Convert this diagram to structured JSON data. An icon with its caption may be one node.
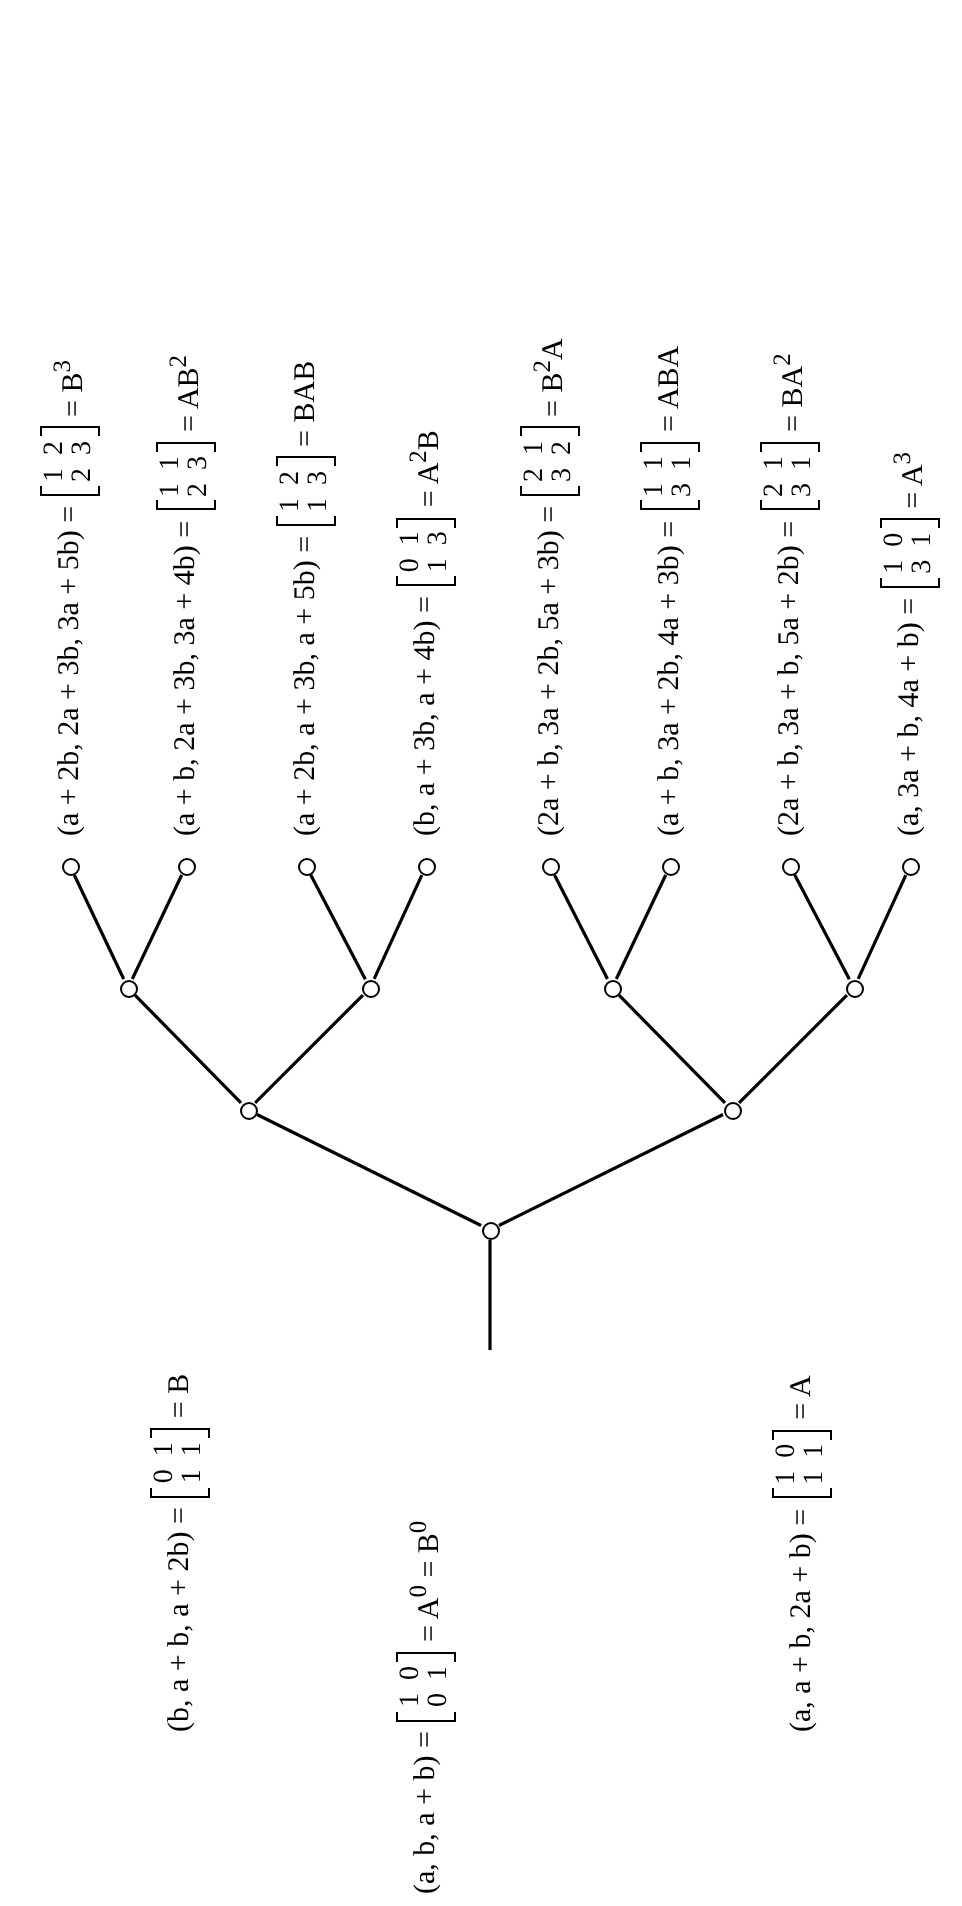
{
  "diagram": {
    "nodes": [
      {
        "text": [],
        "shape": "circle",
        "beside": [
          "(a, b, a + b) =",
          "1 0",
          "0 1",
          "= A$^{0}$ = B$^{0}$"
        ]
      },
      {
        "text": [],
        "shape": "circle",
        "beside": [
          "(b, a + b, a + 2b) =",
          "0 1",
          "1 1",
          "= B"
        ]
      },
      {
        "text": [],
        "shape": "circle",
        "beside": [
          "(a, a + b, 2a + b) =",
          "1 0",
          "1 1",
          "= A"
        ]
      },
      {
        "text": [],
        "shape": "circle"
      },
      {
        "text": [],
        "shape": "circle"
      },
      {
        "text": [],
        "shape": "circle"
      },
      {
        "text": [],
        "shape": "circle"
      },
      {
        "text": [],
        "shape": "circle",
        "beside": [
          "(a + 2b, 2a + 3b, 3a + 5b) =",
          "1 2",
          "2 3",
          "= B$^{3}$"
        ]
      },
      {
        "text": [],
        "shape": "circle",
        "beside": [
          "(a + b, 2a + 3b, 3a + 4b) =",
          "1 1",
          "2 3",
          "= AB$^{2}$"
        ]
      },
      {
        "text": [],
        "shape": "circle",
        "beside": [
          "(a + 2b, a + 3b, a + 5b) =",
          "1 2",
          "1 3",
          "= BAB"
        ]
      },
      {
        "text": [],
        "shape": "circle",
        "beside": [
          "(b, a + 3b, a + 4b) =",
          "0 1",
          "1 3",
          "= A$^{2}$B"
        ]
      },
      {
        "text": [],
        "shape": "circle",
        "beside": [
          "(2a + b, 3a + 2b, 5a + 3b) =",
          "2 1",
          "3 2",
          "= B$^{2}$A"
        ]
      },
      {
        "text": [],
        "shape": "circle",
        "beside": [
          "(a + b, 3a + 2b, 4a + 3b) =",
          "1 1",
          "3 1",
          "= ABA"
        ]
      },
      {
        "text": [],
        "shape": "circle",
        "beside": [
          "(2a + b, 3a + b, 5a + 2b) =",
          "2 1",
          "3 1",
          "= BA$^{2}$"
        ]
      },
      {
        "text": [],
        "shape": "circle",
        "beside": [
          "(a, 3a + b, 4a + b) =",
          "1 0",
          "3 1",
          "= A$^{3}$"
        ]
      }
    ],
    "edges": [
      {
        "from": null,
        "to": 0,
        "arrow": "none"
      },
      {
        "from": 0,
        "to": 1,
        "arrow": "none"
      },
      {
        "from": 0,
        "to": 2,
        "arrow": "none"
      },
      {
        "from": 1,
        "to": 3,
        "arrow": "none"
      },
      {
        "from": 1,
        "to": 4,
        "arrow": "none"
      },
      {
        "from": 2,
        "to": 5,
        "arrow": "none"
      },
      {
        "from": 2,
        "to": 6,
        "arrow": "none"
      },
      {
        "from": 3,
        "to": 7,
        "arrow": "none"
      },
      {
        "from": 3,
        "to": 8,
        "arrow": "none"
      },
      {
        "from": 4,
        "to": 9,
        "arrow": "none"
      },
      {
        "from": 4,
        "to": 10,
        "arrow": "none"
      },
      {
        "from": 5,
        "to": 11,
        "arrow": "none"
      },
      {
        "from": 5,
        "to": 12,
        "arrow": "none"
      },
      {
        "from": 6,
        "to": 13,
        "arrow": "none"
      },
      {
        "from": 6,
        "to": 14,
        "arrow": "none"
      }
    ]
  }
}
